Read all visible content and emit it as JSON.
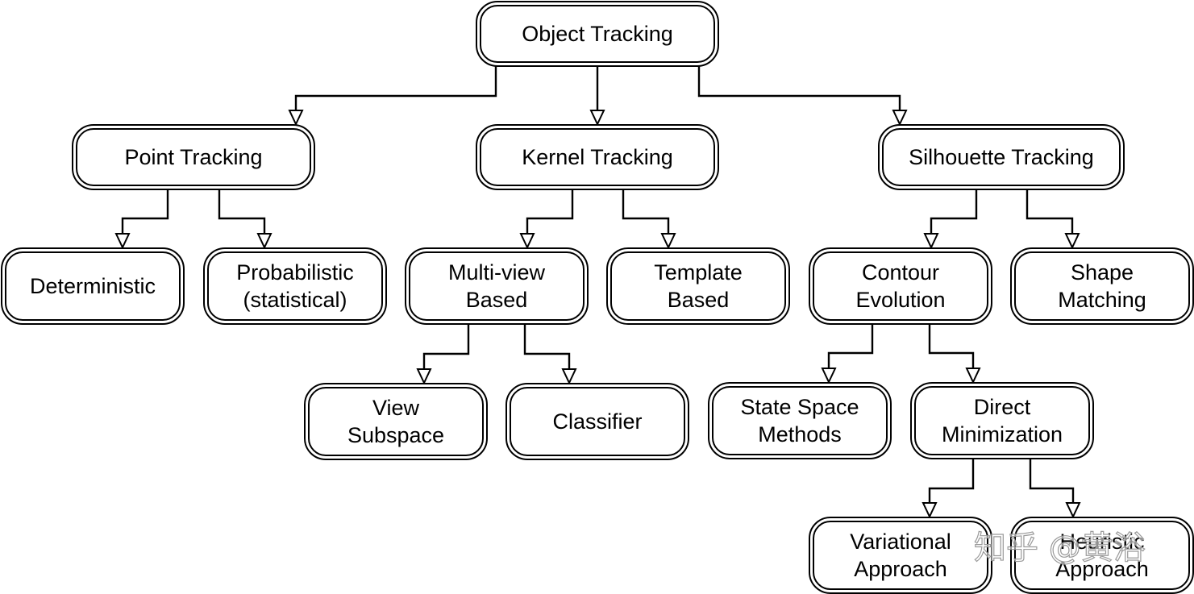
{
  "diagram": {
    "nodes": [
      {
        "id": "object-tracking",
        "lines": [
          "Object Tracking"
        ]
      },
      {
        "id": "point-tracking",
        "lines": [
          "Point Tracking"
        ]
      },
      {
        "id": "kernel-tracking",
        "lines": [
          "Kernel Tracking"
        ]
      },
      {
        "id": "silhouette-tracking",
        "lines": [
          "Silhouette Tracking"
        ]
      },
      {
        "id": "deterministic",
        "lines": [
          "Deterministic"
        ]
      },
      {
        "id": "probabilistic",
        "lines": [
          "Probabilistic",
          "(statistical)"
        ]
      },
      {
        "id": "multi-view-based",
        "lines": [
          "Multi-view",
          "Based"
        ]
      },
      {
        "id": "template-based",
        "lines": [
          "Template",
          "Based"
        ]
      },
      {
        "id": "contour-evolution",
        "lines": [
          "Contour",
          "Evolution"
        ]
      },
      {
        "id": "shape-matching",
        "lines": [
          "Shape",
          "Matching"
        ]
      },
      {
        "id": "view-subspace",
        "lines": [
          "View",
          "Subspace"
        ]
      },
      {
        "id": "classifier",
        "lines": [
          "Classifier"
        ]
      },
      {
        "id": "state-space-methods",
        "lines": [
          "State Space",
          "Methods"
        ]
      },
      {
        "id": "direct-minimization",
        "lines": [
          "Direct",
          "Minimization"
        ]
      },
      {
        "id": "variational-approach",
        "lines": [
          "Variational",
          "Approach"
        ]
      },
      {
        "id": "heuristic-approach",
        "lines": [
          "Heuristic",
          "Approach"
        ]
      }
    ],
    "edges": [
      {
        "from": "object-tracking",
        "to": "point-tracking"
      },
      {
        "from": "object-tracking",
        "to": "kernel-tracking"
      },
      {
        "from": "object-tracking",
        "to": "silhouette-tracking"
      },
      {
        "from": "point-tracking",
        "to": "deterministic"
      },
      {
        "from": "point-tracking",
        "to": "probabilistic"
      },
      {
        "from": "kernel-tracking",
        "to": "multi-view-based"
      },
      {
        "from": "kernel-tracking",
        "to": "template-based"
      },
      {
        "from": "silhouette-tracking",
        "to": "contour-evolution"
      },
      {
        "from": "silhouette-tracking",
        "to": "shape-matching"
      },
      {
        "from": "multi-view-based",
        "to": "view-subspace"
      },
      {
        "from": "multi-view-based",
        "to": "classifier"
      },
      {
        "from": "contour-evolution",
        "to": "state-space-methods"
      },
      {
        "from": "contour-evolution",
        "to": "direct-minimization"
      },
      {
        "from": "direct-minimization",
        "to": "variational-approach"
      },
      {
        "from": "direct-minimization",
        "to": "heuristic-approach"
      }
    ],
    "watermark": "知乎 @黄浴",
    "colors": {
      "line": "#000000",
      "background": "#ffffff"
    }
  }
}
